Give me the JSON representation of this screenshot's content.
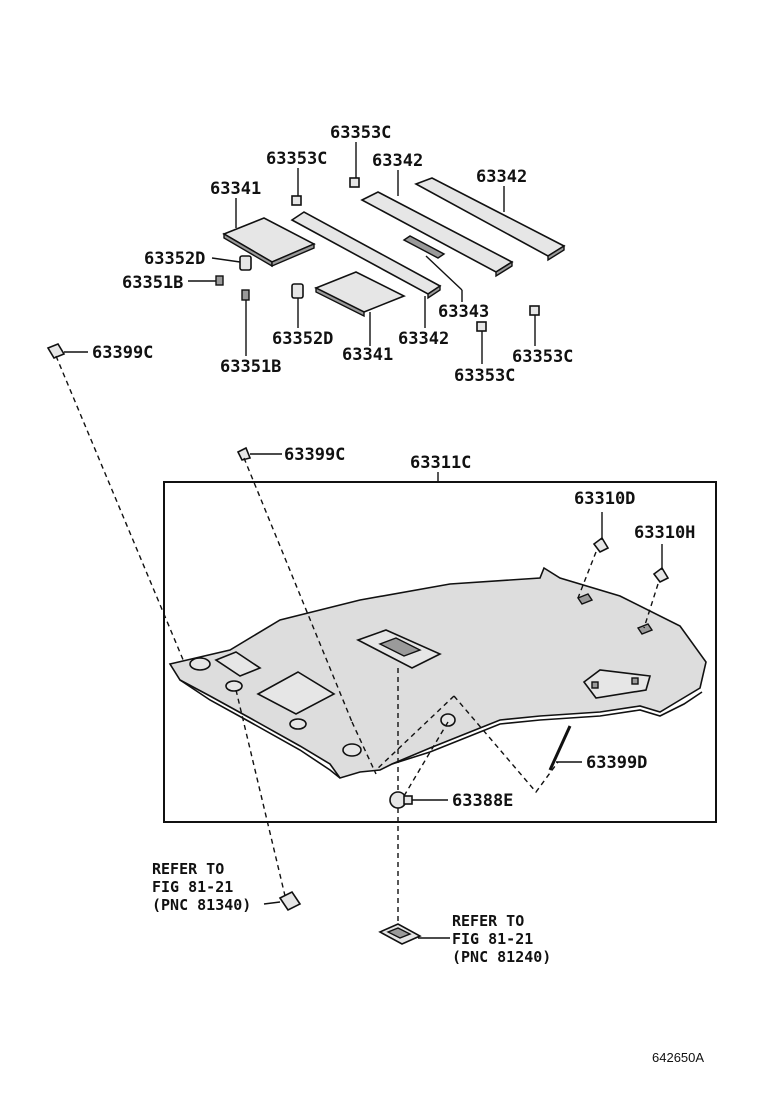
{
  "part_labels": {
    "p63353C_a": "63353C",
    "p63353C_b": "63353C",
    "p63342_a": "63342",
    "p63342_b": "63342",
    "p63341_a": "63341",
    "p63352D_a": "63352D",
    "p63351B_a": "63351B",
    "p63343": "63343",
    "p63342_c": "63342",
    "p63352D_b": "63352D",
    "p63341_b": "63341",
    "p63353C_c": "63353C",
    "p63351B_b": "63351B",
    "p63353C_d": "63353C",
    "p63399C_a": "63399C",
    "p63399C_b": "63399C",
    "p63311C": "63311C",
    "p63310D": "63310D",
    "p63310H": "63310H",
    "p63399D": "63399D",
    "p63388E": "63388E"
  },
  "refer_notes": {
    "left": {
      "line1": "REFER TO",
      "line2": "FIG 81-21",
      "line3": "(PNC 81340)"
    },
    "right": {
      "line1": "REFER TO",
      "line2": "FIG 81-21",
      "line3": "(PNC 81240)"
    }
  },
  "diagram_code": "642650A"
}
